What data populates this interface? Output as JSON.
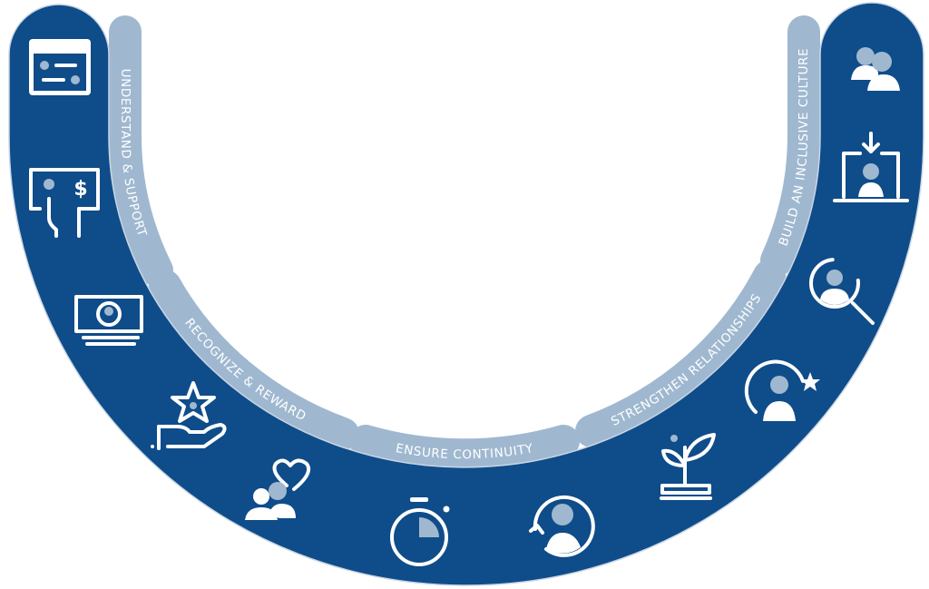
{
  "colors": {
    "band_dark": "#0f4c8a",
    "band_light": "#9fb8d0",
    "icon": "#ffffff",
    "icon_accent": "#9fb8d0"
  },
  "segments": [
    {
      "label": "UNDERSTAND & SUPPORT",
      "icons": [
        "settings-board-icon",
        "payment-hand-icon"
      ]
    },
    {
      "label": "RECOGNIZE & REWARD",
      "icons": [
        "banknote-icon",
        "hand-star-icon",
        "people-heart-icon"
      ]
    },
    {
      "label": "ENSURE CONTINUITY",
      "icons": [
        "stopwatch-icon",
        "person-refresh-icon"
      ]
    },
    {
      "label": "STRENGTHEN RELATIONSHIPS",
      "icons": [
        "plant-growth-icon",
        "person-star-icon"
      ]
    },
    {
      "label": "BUILD AN INCLUSIVE CULTURE",
      "icons": [
        "person-search-icon",
        "person-download-icon",
        "people-group-icon"
      ]
    }
  ]
}
